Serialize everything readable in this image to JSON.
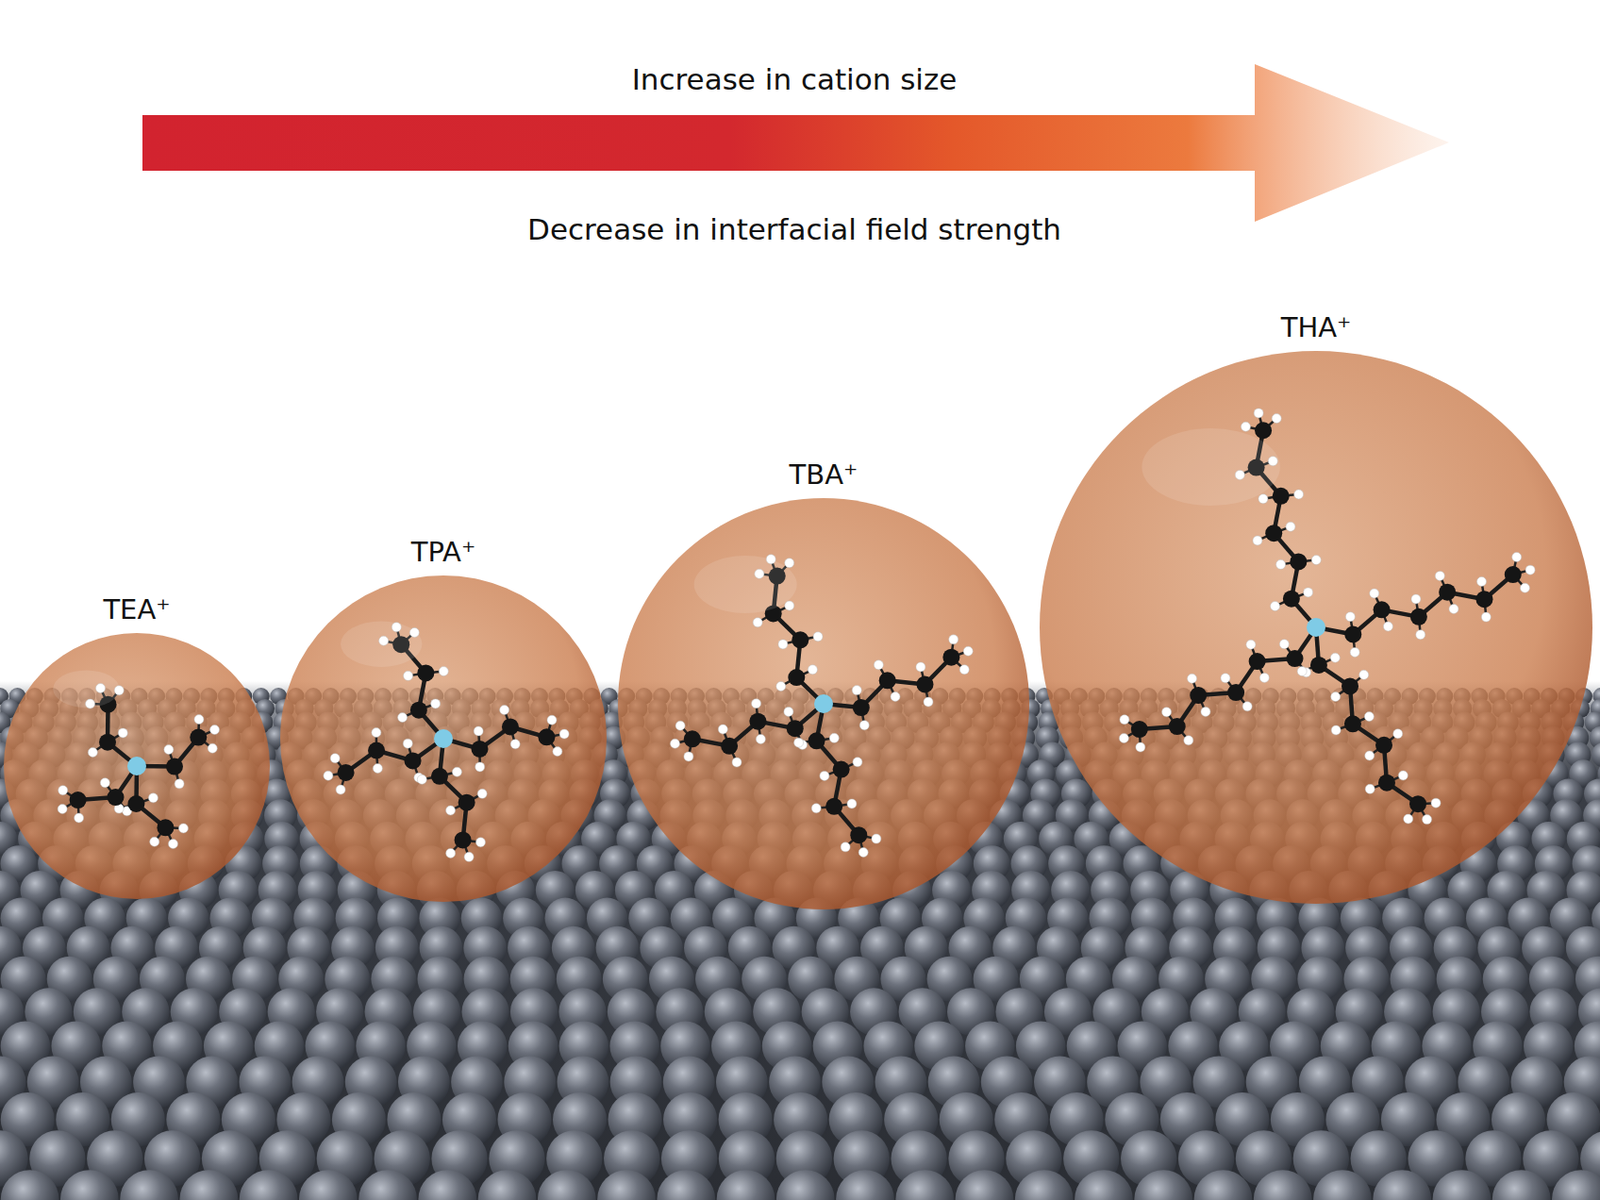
{
  "diagram": {
    "nodes": [
      {
        "text": [
          "TEA⁺"
        ]
      },
      {
        "text": [
          "TPA⁺"
        ]
      },
      {
        "text": [
          "TBA⁺"
        ]
      },
      {
        "text": [
          "THA⁺"
        ]
      }
    ],
    "labels": [
      "Increase in cation size",
      "Decrease in interfacial field strength"
    ]
  }
}
